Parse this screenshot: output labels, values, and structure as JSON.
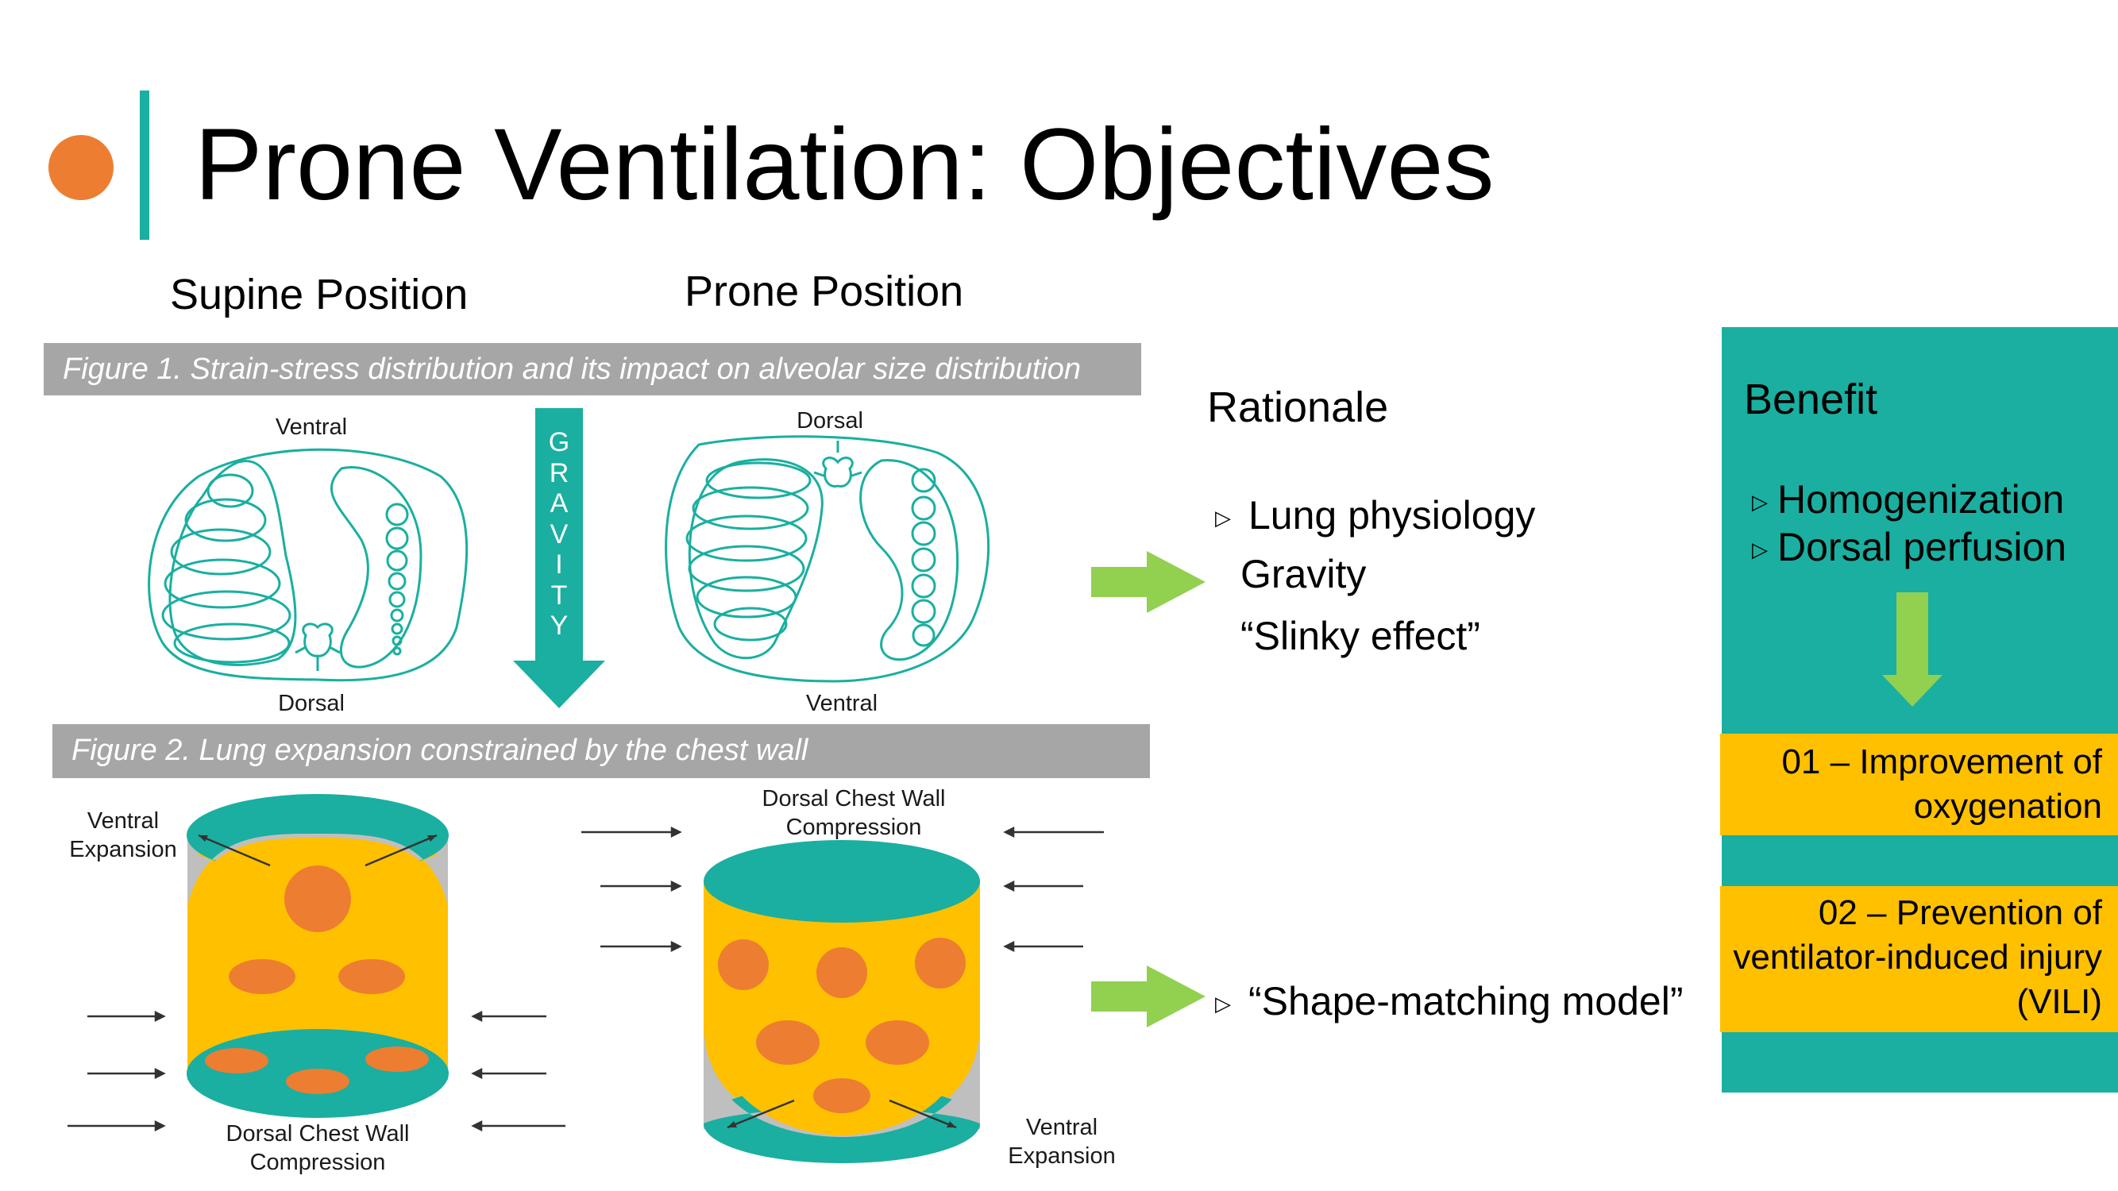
{
  "slide": {
    "title": "Prone Ventilation: Objectives"
  },
  "positions": {
    "supine_label": "Supine Position",
    "prone_label": "Prone Position"
  },
  "figure1": {
    "caption": "Figure 1. Strain-stress distribution and its impact on alveolar size distribution",
    "supine_top": "Ventral",
    "supine_bottom": "Dorsal",
    "prone_top": "Dorsal",
    "prone_bottom": "Ventral",
    "gravity_letters": [
      "G",
      "R",
      "A",
      "V",
      "I",
      "T",
      "Y"
    ]
  },
  "figure2": {
    "caption": "Figure 2. Lung expansion constrained by the chest wall",
    "left_expansion": "Ventral\nExpansion",
    "left_compression": "Dorsal Chest Wall\nCompression",
    "right_compression": "Dorsal Chest Wall\nCompression",
    "right_expansion": "Ventral\nExpansion"
  },
  "rationale": {
    "heading": "Rationale",
    "item1": "Lung physiology",
    "item2": "Gravity",
    "item3": "“Slinky effect”",
    "item4": "“Shape-matching model”"
  },
  "benefit": {
    "heading": "Benefit",
    "item1": "Homogenization",
    "item2": "Dorsal perfusion",
    "outcome1": "01 – Improvement of oxygenation",
    "outcome2": "02 – Prevention of ventilator-induced injury (VILI)"
  },
  "colors": {
    "teal": "#1AAFA0",
    "orange": "#ED7D31",
    "yellow": "#FFC000",
    "green_arrow": "#92D050",
    "caption_gray": "#A6A6A6"
  }
}
